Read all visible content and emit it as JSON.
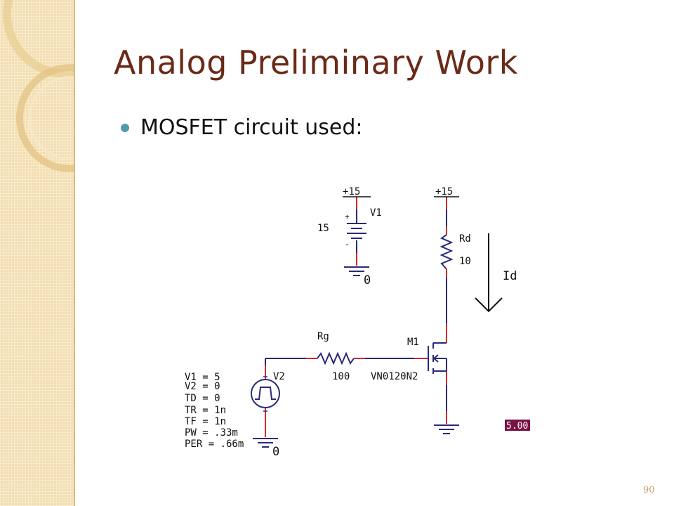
{
  "slide": {
    "title": "Analog Preliminary Work",
    "bullet": "MOSFET circuit used:",
    "page_number": "90"
  },
  "schematic": {
    "supply_left": {
      "net_label": "+15",
      "name": "V1",
      "value": "15",
      "plus": "+",
      "minus": "-"
    },
    "supply_right": {
      "net_label": "+15"
    },
    "drain_resistor": {
      "name": "Rd",
      "value": "10"
    },
    "current_arrow_label": "Id",
    "gate_resistor": {
      "name": "Rg",
      "value": "100"
    },
    "mosfet": {
      "name": "M1",
      "model": "VN0120N2"
    },
    "pulse_source": {
      "name": "V2",
      "params": [
        "V1 = 5",
        "V2 = 0",
        "TD = 0",
        "TR = 1n",
        "TF = 1n",
        "PW = .33m",
        "PER = .66m"
      ]
    },
    "ground_label_top": "0",
    "ground_label_bottom": "0",
    "voltage_marker": "5.00"
  },
  "colors": {
    "wire": "#2a2a7a",
    "pin": "#d42a2a",
    "title": "#6b2a17",
    "bullet": "#4e9bb0",
    "marker_bg": "#7a1248"
  }
}
